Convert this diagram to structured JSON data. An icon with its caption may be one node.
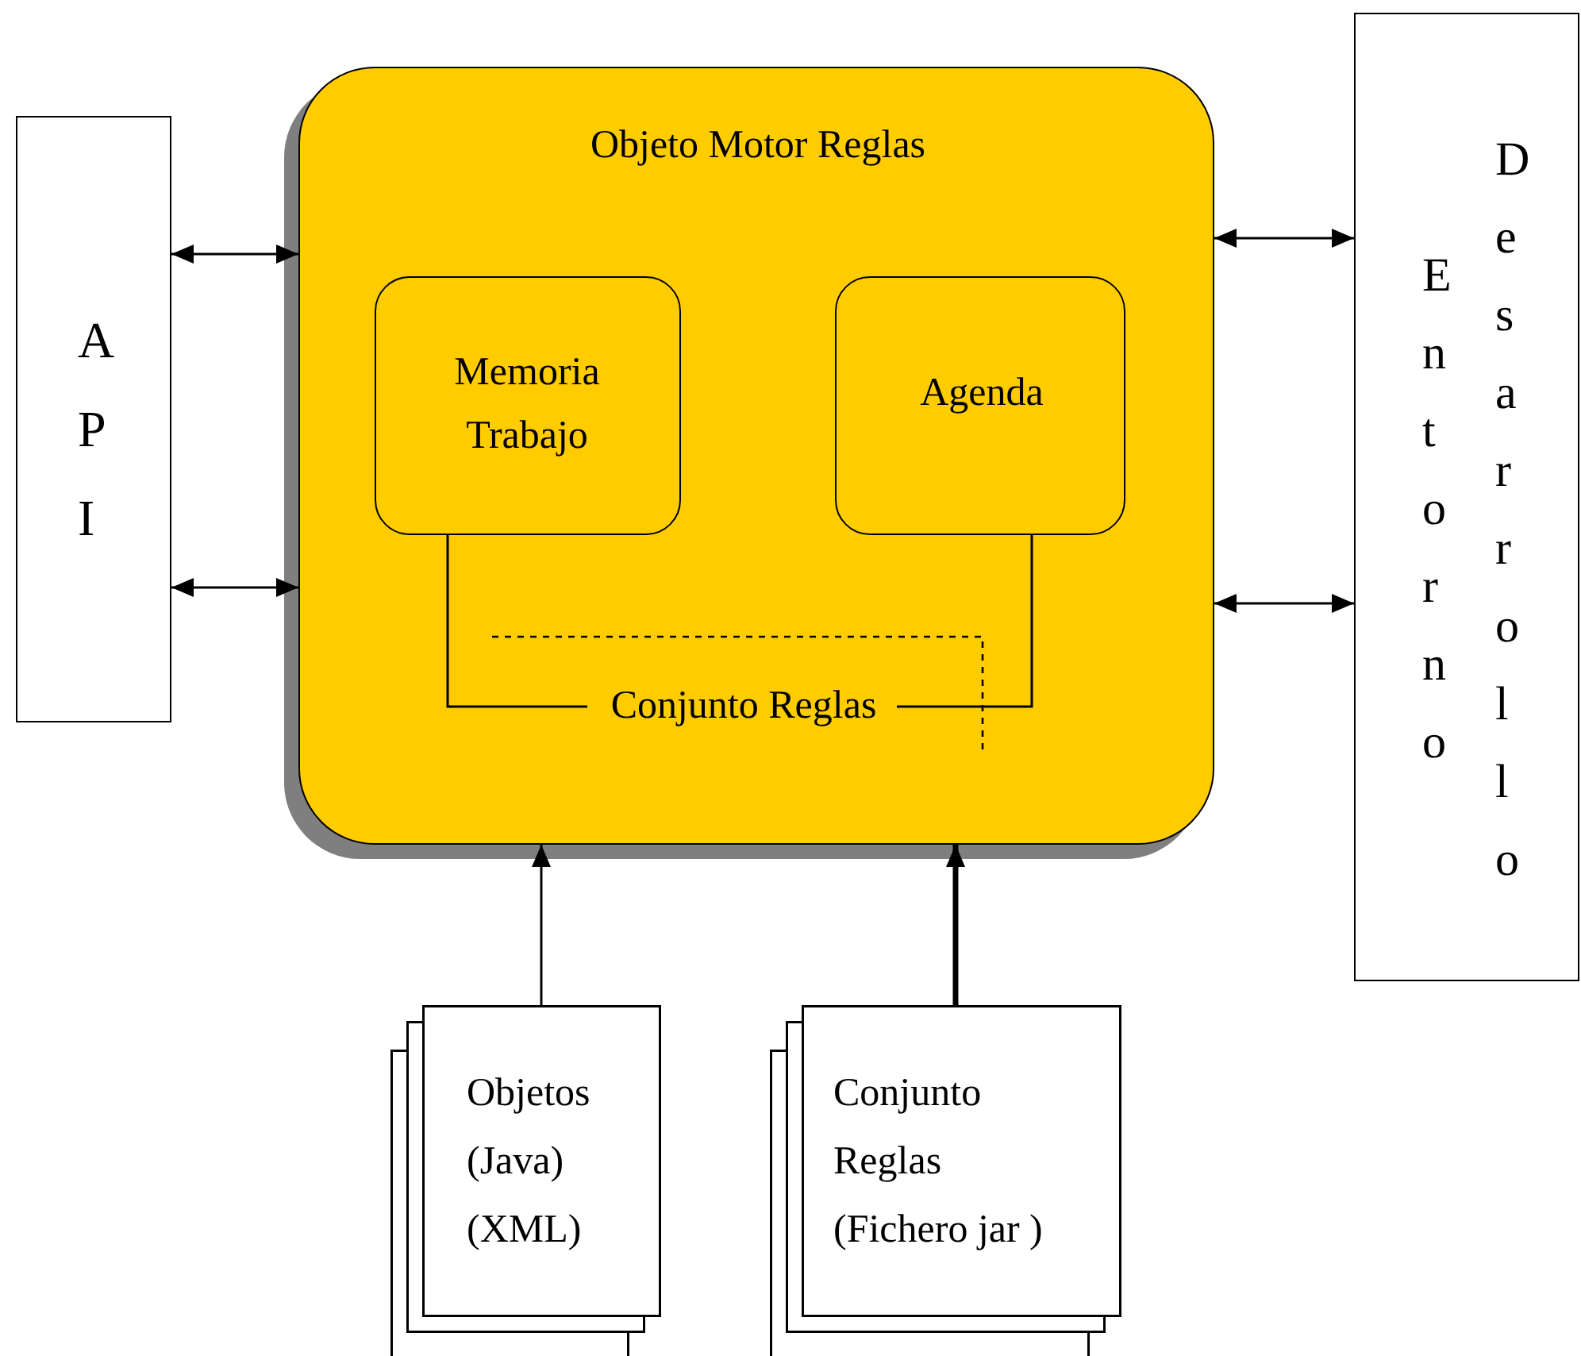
{
  "diagram": {
    "nodes": [
      {
        "text": [
          "API"
        ]
      },
      {
        "text": [
          "Objeto Motor Reglas"
        ]
      },
      {
        "text": [
          "Memoria Trabajo"
        ],
        "in": 1
      },
      {
        "text": [
          "Agenda"
        ],
        "in": 1
      },
      {
        "text": [
          "Conjunto Reglas"
        ],
        "in": 1
      },
      {
        "text": [
          "Entorno",
          "Desarrollo"
        ]
      },
      {
        "text": [
          "Objetos (Java) (XML)"
        ]
      },
      {
        "text": [
          "Conjunto Reglas (Fichero jar )"
        ]
      }
    ],
    "edges": [
      {
        "from": 0,
        "to": 1,
        "arrow": "both"
      },
      {
        "from": 0,
        "to": 1,
        "arrow": "both"
      },
      {
        "from": 1,
        "to": 5,
        "arrow": "both"
      },
      {
        "from": 1,
        "to": 5,
        "arrow": "both"
      },
      {
        "from": 6,
        "to": 1,
        "arrow": "to"
      },
      {
        "from": 7,
        "to": 1,
        "arrow": "to",
        "style": "thick"
      },
      {
        "from": 2,
        "to": 4,
        "arrow": "none"
      },
      {
        "from": 3,
        "to": 4,
        "arrow": "none"
      }
    ]
  }
}
